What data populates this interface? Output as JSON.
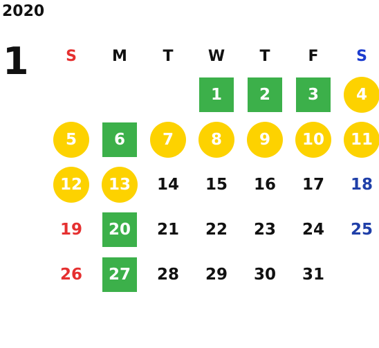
{
  "year": "2020",
  "month": "1",
  "colors": {
    "sunday": "#e53030",
    "saturday": "#1f3fa8",
    "saturday_header": "#1c3ccf",
    "weekday": "#111111",
    "green": "#3cb04a",
    "yellow": "#fdd200"
  },
  "weekdays": [
    "S",
    "M",
    "T",
    "W",
    "T",
    "F",
    "S"
  ],
  "weeks": [
    [
      {
        "day": ""
      },
      {
        "day": ""
      },
      {
        "day": ""
      },
      {
        "day": "1",
        "mark": "green"
      },
      {
        "day": "2",
        "mark": "green"
      },
      {
        "day": "3",
        "mark": "green"
      },
      {
        "day": "4",
        "mark": "yellow"
      }
    ],
    [
      {
        "day": "5",
        "mark": "yellow"
      },
      {
        "day": "6",
        "mark": "green"
      },
      {
        "day": "7",
        "mark": "yellow"
      },
      {
        "day": "8",
        "mark": "yellow"
      },
      {
        "day": "9",
        "mark": "yellow"
      },
      {
        "day": "10",
        "mark": "yellow"
      },
      {
        "day": "11",
        "mark": "yellow"
      }
    ],
    [
      {
        "day": "12",
        "mark": "yellow"
      },
      {
        "day": "13",
        "mark": "yellow"
      },
      {
        "day": "14"
      },
      {
        "day": "15"
      },
      {
        "day": "16"
      },
      {
        "day": "17"
      },
      {
        "day": "18"
      }
    ],
    [
      {
        "day": "19"
      },
      {
        "day": "20",
        "mark": "green"
      },
      {
        "day": "21"
      },
      {
        "day": "22"
      },
      {
        "day": "23"
      },
      {
        "day": "24"
      },
      {
        "day": "25"
      }
    ],
    [
      {
        "day": "26"
      },
      {
        "day": "27",
        "mark": "green"
      },
      {
        "day": "28"
      },
      {
        "day": "29"
      },
      {
        "day": "30"
      },
      {
        "day": "31"
      },
      {
        "day": ""
      }
    ]
  ]
}
